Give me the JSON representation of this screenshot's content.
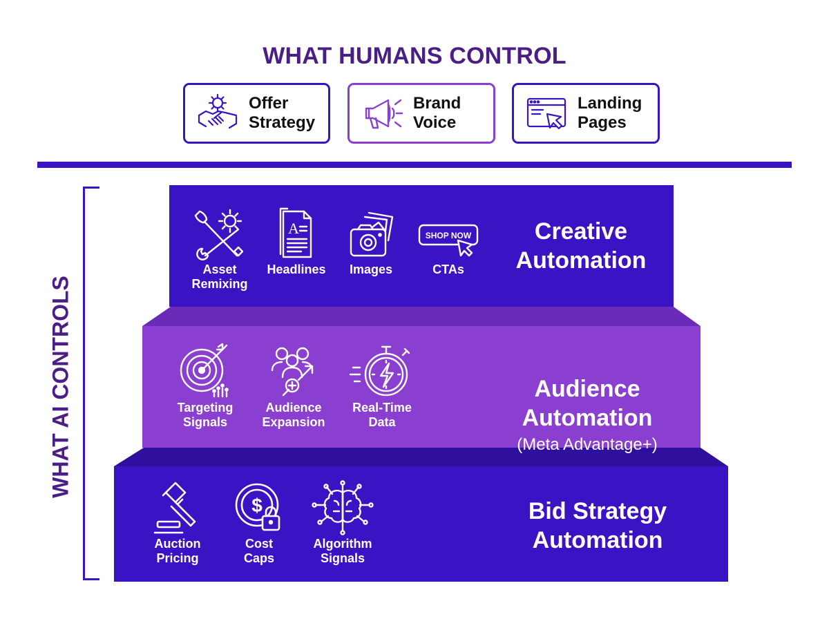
{
  "header": {
    "title": "WHAT HUMANS CONTROL"
  },
  "human_controls": [
    {
      "label": "Offer\nStrategy",
      "icon": "handshake-gear-icon"
    },
    {
      "label": "Brand\nVoice",
      "icon": "megaphone-icon"
    },
    {
      "label": "Landing\nPages",
      "icon": "browser-cursor-icon"
    }
  ],
  "side_label": "WHAT AI CONTROLS",
  "tiers": {
    "creative": {
      "title": "Creative\nAutomation",
      "items": [
        {
          "label": "Asset\nRemixing",
          "icon": "brush-wrench-gear-icon"
        },
        {
          "label": "Headlines",
          "icon": "document-icon"
        },
        {
          "label": "Images",
          "icon": "camera-photos-icon"
        },
        {
          "label": "CTAs",
          "icon": "shop-now-button-icon",
          "button_text": "SHOP NOW"
        }
      ]
    },
    "audience": {
      "title": "Audience\nAutomation",
      "subtitle": "(Meta Advantage+)",
      "items": [
        {
          "label": "Targeting\nSignals",
          "icon": "target-icon"
        },
        {
          "label": "Audience\nExpansion",
          "icon": "people-plus-icon"
        },
        {
          "label": "Real-Time\nData",
          "icon": "stopwatch-bolt-icon"
        }
      ]
    },
    "bid": {
      "title": "Bid Strategy\nAutomation",
      "items": [
        {
          "label": "Auction\nPricing",
          "icon": "gavel-icon"
        },
        {
          "label": "Cost\nCaps",
          "icon": "coin-lock-icon"
        },
        {
          "label": "Algorithm\nSignals",
          "icon": "brain-circuit-icon"
        }
      ]
    }
  },
  "colors": {
    "primary": "#3a14c4",
    "primary_top": "#2e0f9e",
    "secondary": "#8a3fd0",
    "secondary_top": "#6a2cb8",
    "title": "#4b1d87"
  }
}
